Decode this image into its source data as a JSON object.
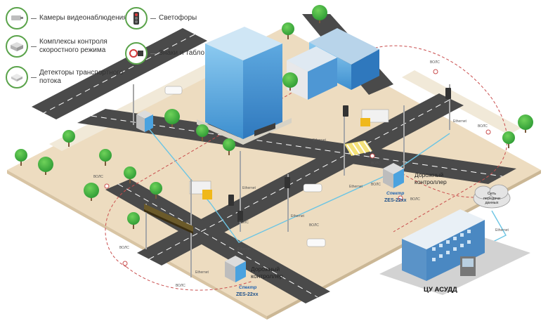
{
  "legend": [
    {
      "icon": "cctv-camera-icon",
      "label": "Камеры видеонаблюдения"
    },
    {
      "icon": "speed-enforcement-icon",
      "label": "Комплексы контроля скоростного режима"
    },
    {
      "icon": "traffic-detector-icon",
      "label": "Детекторы транспортного потока"
    },
    {
      "icon": "traffic-light-icon",
      "label": "Светофоры"
    },
    {
      "icon": "sign-board-icon",
      "label": "Знаки и табло"
    }
  ],
  "network": {
    "vols": "ВОЛС",
    "ethernet": "Ethernet"
  },
  "cloud": {
    "label": "Сеть передачи данных"
  },
  "controller": {
    "label": "Дорожный контроллер",
    "brand": "Спектр",
    "model": "ZES-22xx"
  },
  "center": {
    "label": "ЦУ АСУДД"
  },
  "colors": {
    "ground": "#eddcc0",
    "road": "#4a4a4a",
    "markings": "#ffffff",
    "grass": "#e6e3d8",
    "tree": "#3fae3f",
    "vols_line": "#c94d4d",
    "ethernet_line": "#6cc5e4",
    "building_glass": "#6db3e0",
    "legend_ring": "#5aa34a"
  }
}
